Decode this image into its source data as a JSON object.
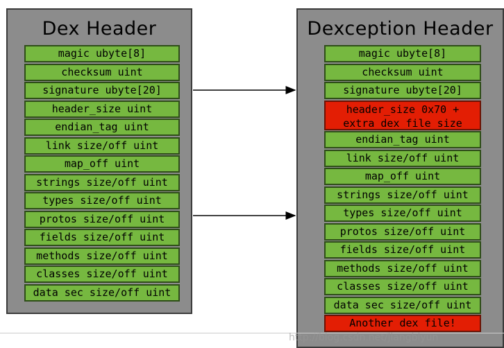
{
  "left_panel": {
    "title": "Dex Header",
    "fields": [
      "magic ubyte[8]",
      "checksum uint",
      "signature ubyte[20]",
      "header_size uint",
      "endian_tag uint",
      "link size/off uint",
      "map_off uint",
      "strings size/off uint",
      "types size/off uint",
      "protos size/off uint",
      "fields size/off uint",
      "methods size/off uint",
      "classes size/off uint",
      "data sec size/off uint"
    ]
  },
  "right_panel": {
    "title": "Dexception Header",
    "fields": [
      {
        "text": "magic ubyte[8]"
      },
      {
        "text": "checksum uint"
      },
      {
        "text": "signature ubyte[20]"
      },
      {
        "text": "header_size 0x70 +",
        "text2": "extra dex file size",
        "highlight": true
      },
      {
        "text": "endian_tag uint"
      },
      {
        "text": "link size/off uint"
      },
      {
        "text": "map_off uint"
      },
      {
        "text": "strings size/off uint"
      },
      {
        "text": "types size/off uint"
      },
      {
        "text": "protos size/off uint"
      },
      {
        "text": "fields size/off uint"
      },
      {
        "text": "methods size/off uint"
      },
      {
        "text": "classes size/off uint"
      },
      {
        "text": "data sec size/off uint"
      },
      {
        "text": "Another dex file!",
        "highlight": true
      }
    ]
  },
  "colors": {
    "panel": "#8c8c8c",
    "field": "#76b840",
    "highlight": "#e31e04",
    "arrow": "#000000"
  },
  "watermark": "http://blog.csdn.net/jiangbiyun"
}
